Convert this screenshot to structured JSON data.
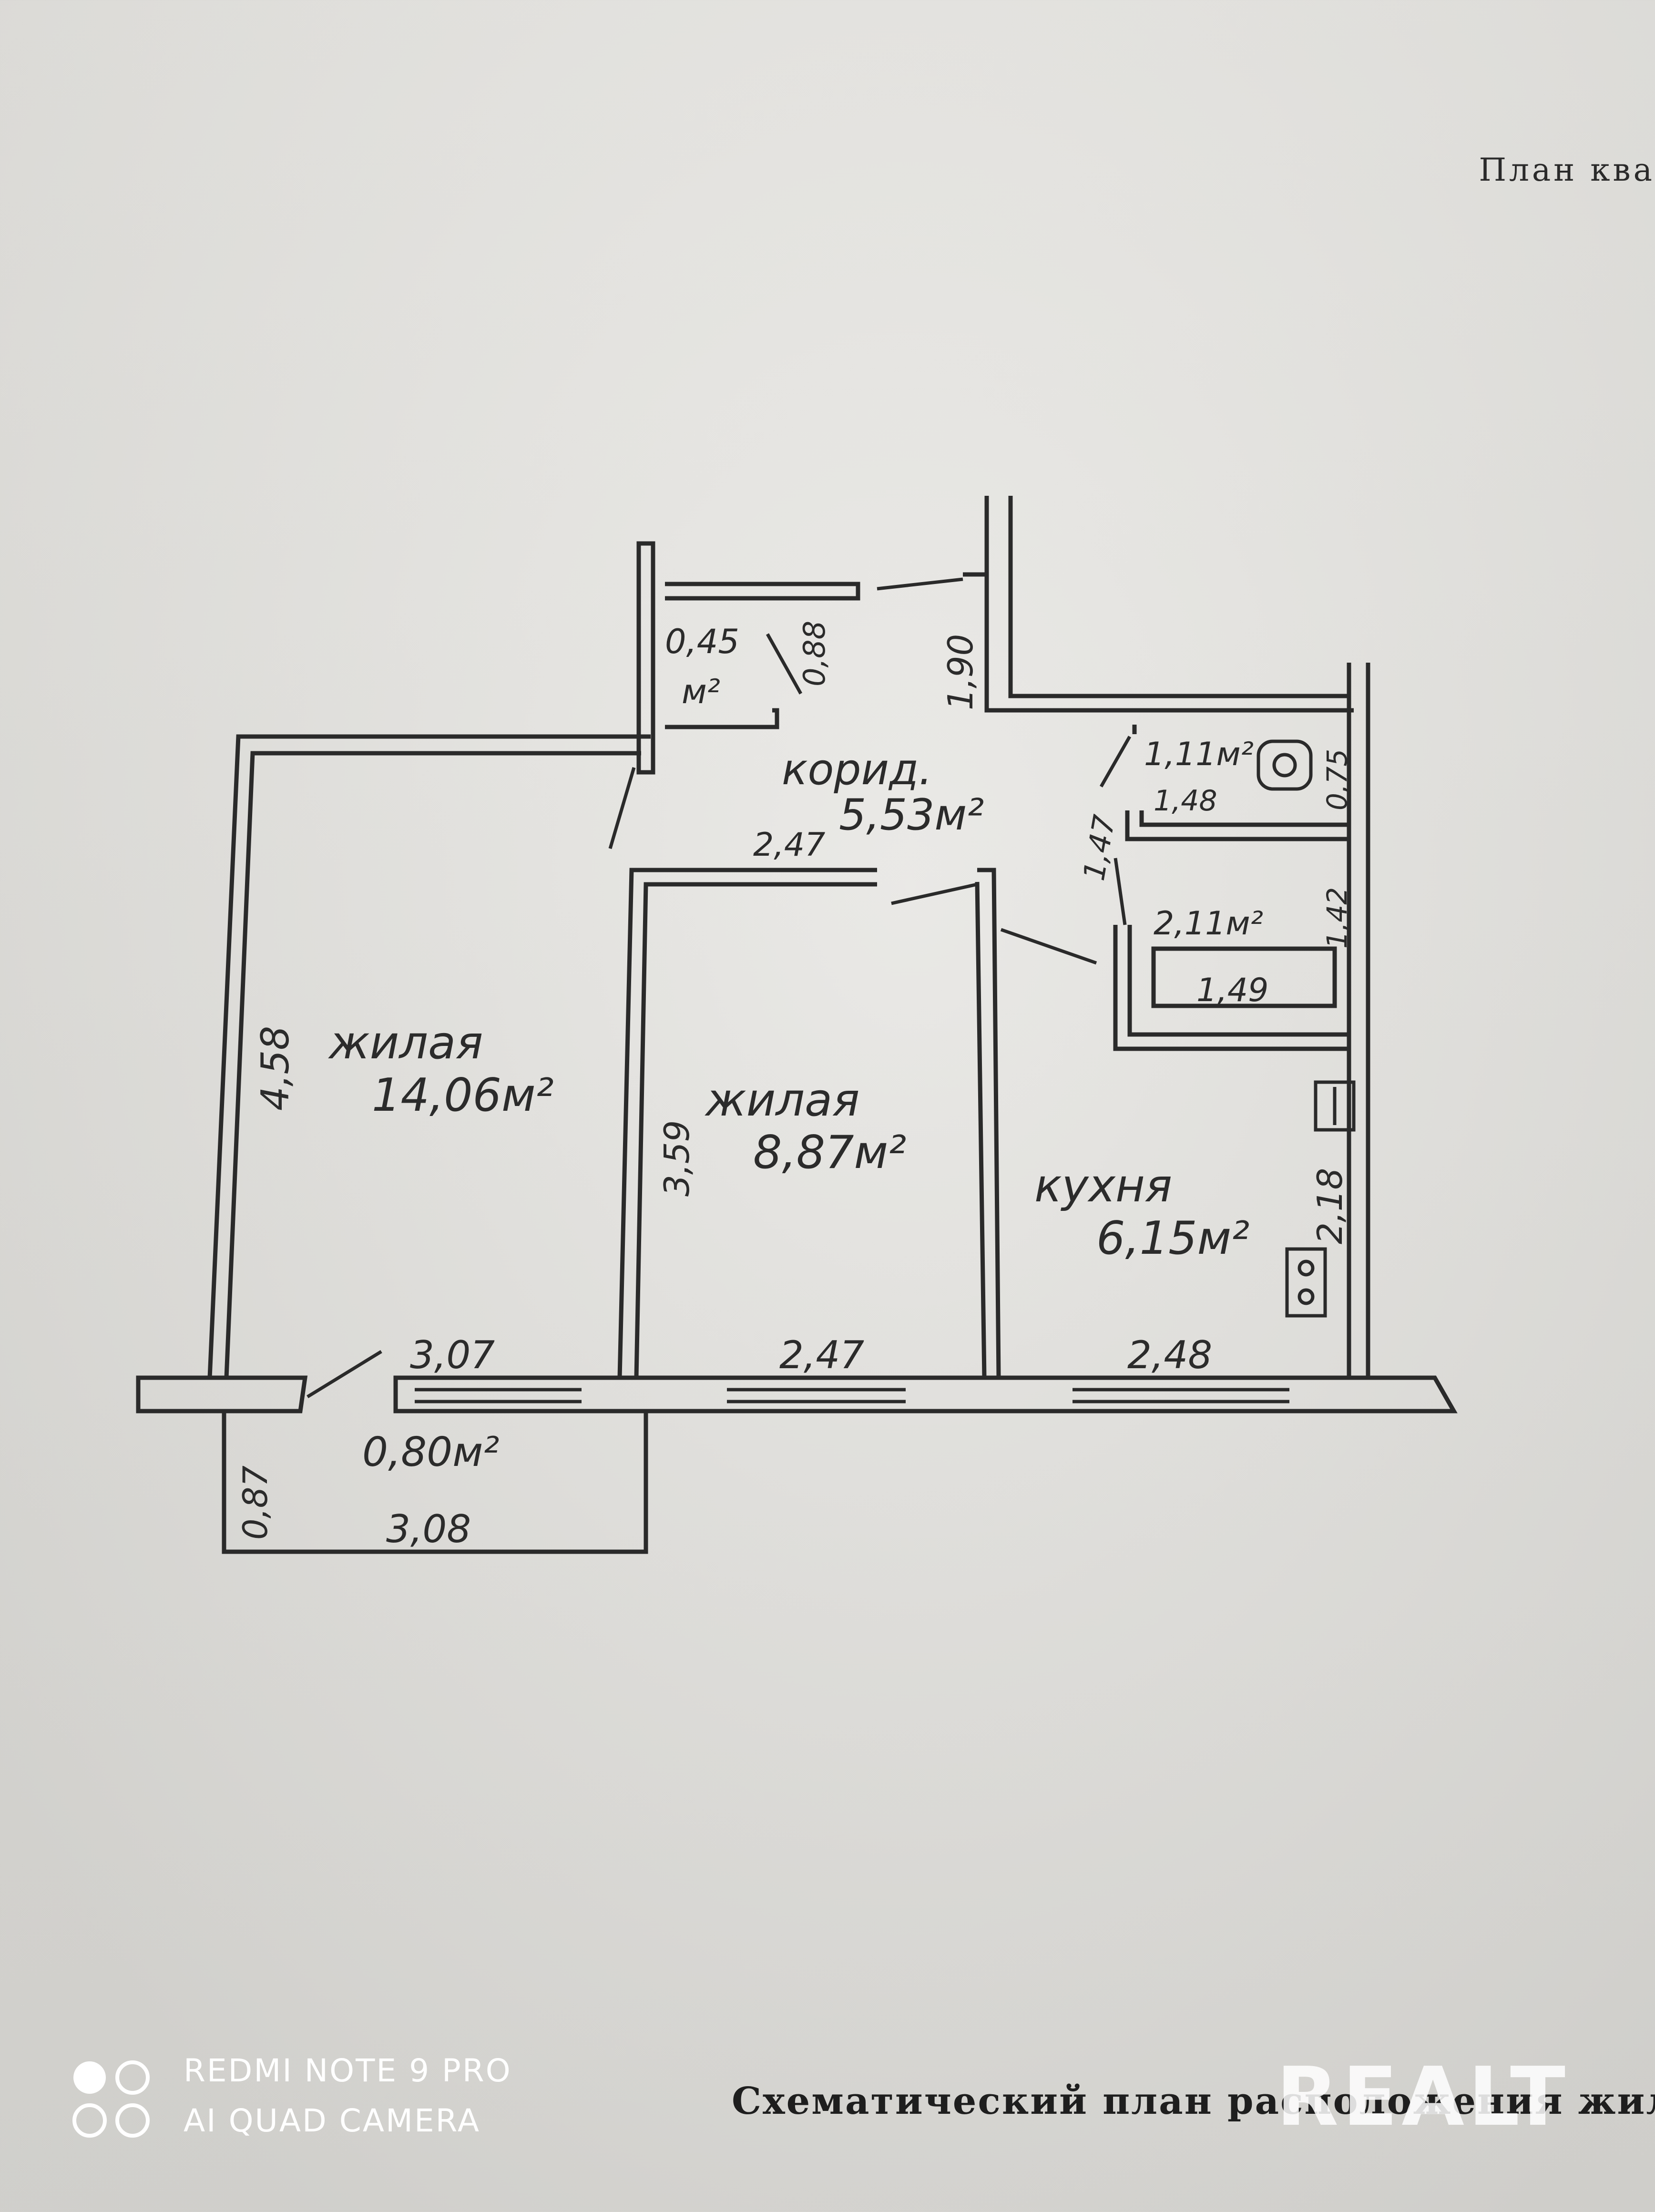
{
  "document": {
    "header_title": "План ква",
    "footer_title": "Схематический план расположения жило"
  },
  "rooms": {
    "living_large_name": "жилая",
    "living_large_area": "14,06м²",
    "living_small_name": "жилая",
    "living_small_area": "8,87м²",
    "kitchen_name": "кухня",
    "kitchen_area": "6,15м²",
    "corridor_name": "корид.",
    "corridor_area": "5,53м²",
    "closet_area": "0,45",
    "closet_unit": "м²",
    "wc_area": "1,11м²",
    "bath_area": "2,11м²",
    "balcony_area": "0,80м²"
  },
  "dimensions": {
    "closet_depth": "0,88",
    "entry_len": "1,90",
    "corridor_width": "2,47",
    "bath_partition": "1,47",
    "wc_width": "1,48",
    "wc_depth": "0,75",
    "bath_depth": "1,42",
    "bath_width": "1,49",
    "living_large_depth": "4,58",
    "living_small_depth": "3,59",
    "kitchen_depth": "2,18",
    "living_large_width": "3,07",
    "living_small_width": "2,47",
    "kitchen_width": "2,48",
    "balcony_depth": "0,87",
    "balcony_width": "3,08"
  },
  "watermarks": {
    "camera_line1": "REDMI NOTE 9 PRO",
    "camera_line2": "AI QUAD CAMERA",
    "brand": "REALT"
  }
}
